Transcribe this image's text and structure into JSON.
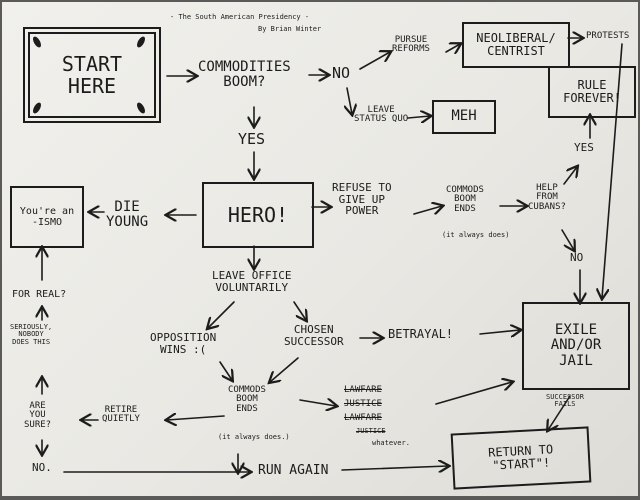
{
  "header": {
    "title": "- The South American Presidency -",
    "author": "By Brian Winter"
  },
  "nodes": {
    "start": "START\nHERE",
    "commodities_boom": "COMMODITIES\nBOOM?",
    "no_1": "NO",
    "pursue_reforms": "PURSUE\nREFORMS",
    "neoliberal": "NEOLIBERAL/\nCENTRIST",
    "protests": "PROTESTS",
    "leave_status_quo": "LEAVE\nSTATUS QUO",
    "meh": "MEH",
    "yes_1": "YES",
    "hero": "HERO!",
    "die_young": "DIE\nYOUNG",
    "ismo": "You're an\n-ISMO",
    "refuse": "REFUSE TO\nGIVE UP\nPOWER",
    "commods_boom_ends_1": "COMMODS\nBOOM\nENDS",
    "always_1": "(it always does)",
    "help_cubans": "HELP\nFROM\nCUBANS?",
    "yes_2": "YES",
    "no_2": "NO",
    "rule_forever": "RULE\nFOREVER!",
    "leave_office": "LEAVE OFFICE\nVOLUNTARILY",
    "opposition_wins": "OPPOSITION\nWINS :(",
    "chosen_successor": "CHOSEN\nSUCCESSOR",
    "betrayal": "BETRAYAL!",
    "exile_jail": "EXILE\nAND/OR\nJAIL",
    "commods_boom_ends_2": "COMMODS\nBOOM\nENDS",
    "always_2": "(it always does.)",
    "retire_quietly": "RETIRE\nQUIETLY",
    "lawfare_1": "LAWFARE",
    "justice": "JUSTICE",
    "lawfare_2": "LAWFARE",
    "justice_2": "JUSTICE",
    "whatever": "whatever.",
    "successor_fails": "SUCCESSOR\nFAILS",
    "for_real": "FOR REAL?",
    "seriously": "SERIOUSLY,\nNOBODY\nDOES THIS",
    "are_you_sure": "ARE\nYOU\nSURE?",
    "no_3": "NO.",
    "run_again": "RUN AGAIN",
    "return_start": "RETURN TO\n\"START\"!"
  }
}
